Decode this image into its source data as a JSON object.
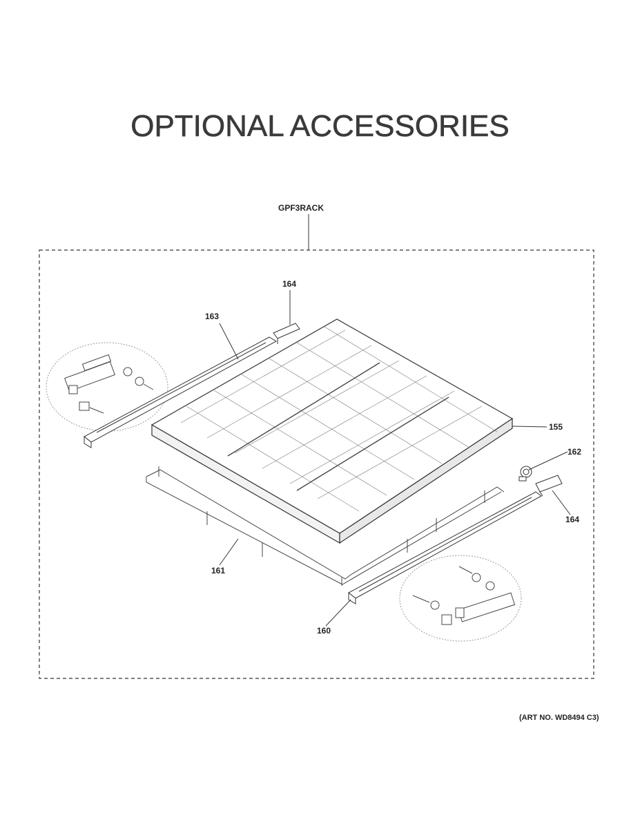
{
  "title": "OPTIONAL ACCESSORIES",
  "kit_label": "GPF3RACK",
  "callouts": {
    "c164_top": "164",
    "c163": "163",
    "c155": "155",
    "c162": "162",
    "c164_right": "164",
    "c161": "161",
    "c160": "160"
  },
  "art_number": "(ART NO. WD8494 C3)"
}
